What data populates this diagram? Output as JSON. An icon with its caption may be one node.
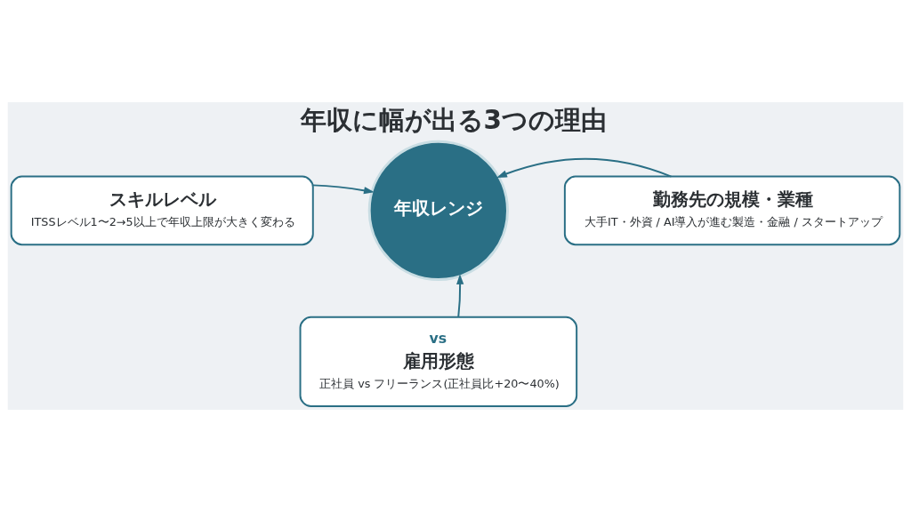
{
  "diagram": {
    "title": "年収に幅が出る3つの理由",
    "nodes": [
      {
        "text": [
          "スキルレベル",
          "ITSSレベル1〜2→5以上で年収上限が大きく変わる"
        ]
      },
      {
        "text": [
          "年収レンジ"
        ]
      },
      {
        "text": [
          "勤務先の規模・業種",
          "大手IT・外資 / AI導入が進む製造・金融 / スタートアップ"
        ]
      },
      {
        "text": [
          "vs",
          "雇用形態",
          "正社員 vs フリーランス(正社員比+20〜40%)"
        ]
      }
    ],
    "edges": [
      {
        "from": 0,
        "to": 1,
        "arrow": "to"
      },
      {
        "from": 2,
        "to": 1,
        "arrow": "to"
      },
      {
        "from": 3,
        "to": 1,
        "arrow": "to"
      }
    ]
  }
}
